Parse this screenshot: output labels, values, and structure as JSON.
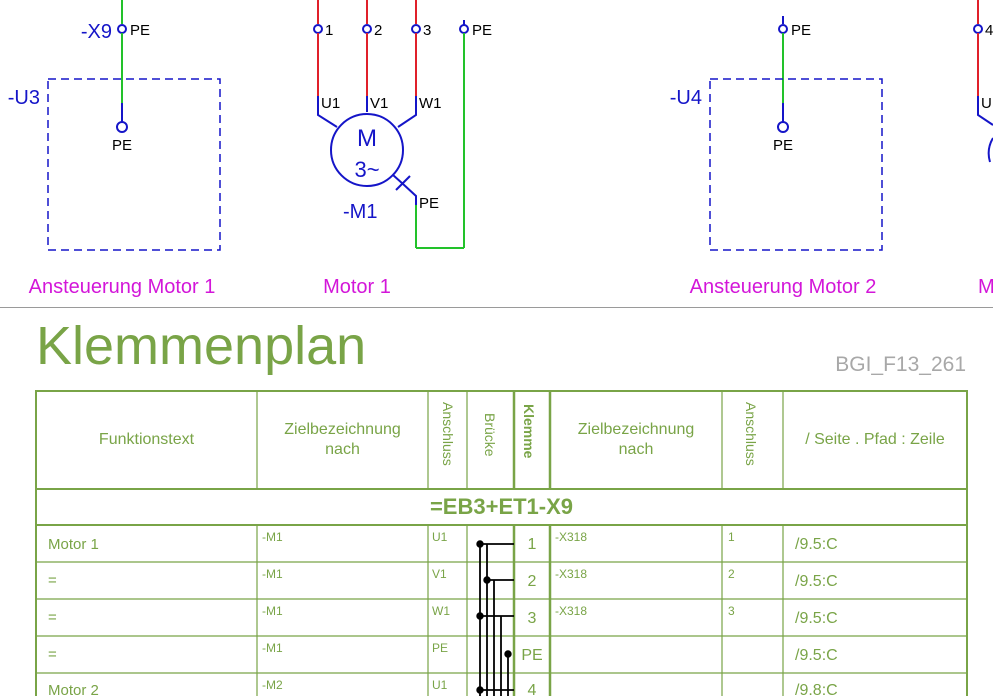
{
  "schematic": {
    "tags": {
      "x9": "-X9",
      "u3": "-U3",
      "u4": "-U4",
      "m1": "-M1"
    },
    "pe": "PE",
    "terminals": [
      "1",
      "2",
      "3"
    ],
    "motor_terms": [
      "U1",
      "V1",
      "W1"
    ],
    "motor_symbol": {
      "letter": "M",
      "phase": "3~"
    },
    "edge_labels": {
      "right_u": "U",
      "right_m": "M",
      "right_4": "4"
    },
    "captions": [
      "Ansteuerung Motor 1",
      "Motor 1",
      "Ansteuerung Motor 2"
    ],
    "colors": {
      "blue": "#1515c8",
      "red": "#e0202a",
      "green": "#22c22a",
      "magenta": "#d316d9"
    }
  },
  "terminal_plan": {
    "title": "Klemmenplan",
    "doc_id": "BGI_F13_261",
    "headers": {
      "funktionstext": "Funktionstext",
      "ziel_left": "Zielbezeichnung\nnach",
      "anschluss_left": "Anschluss",
      "bruecke": "Brücke",
      "klemme": "Klemme",
      "ziel_right": "Zielbezeichnung\nnach",
      "anschluss_right": "Anschluss",
      "seite": "/ Seite . Pfad : Zeile"
    },
    "group": "=EB3+ET1-X9",
    "rows": [
      {
        "func": "Motor 1",
        "ziel_l": "-M1",
        "ans_l": "U1",
        "klemme": "1",
        "ziel_r": "-X318",
        "ans_r": "1",
        "ref": "/9.5:C"
      },
      {
        "func": "=",
        "ziel_l": "-M1",
        "ans_l": "V1",
        "klemme": "2",
        "ziel_r": "-X318",
        "ans_r": "2",
        "ref": "/9.5:C"
      },
      {
        "func": "=",
        "ziel_l": "-M1",
        "ans_l": "W1",
        "klemme": "3",
        "ziel_r": "-X318",
        "ans_r": "3",
        "ref": "/9.5:C"
      },
      {
        "func": "=",
        "ziel_l": "-M1",
        "ans_l": "PE",
        "klemme": "PE",
        "ziel_r": "",
        "ans_r": "",
        "ref": "/9.5:C"
      },
      {
        "func": "Motor 2",
        "ziel_l": "-M2",
        "ans_l": "U1",
        "klemme": "4",
        "ziel_r": "",
        "ans_r": "",
        "ref": "/9.8:C"
      }
    ],
    "color": "#79a447"
  }
}
